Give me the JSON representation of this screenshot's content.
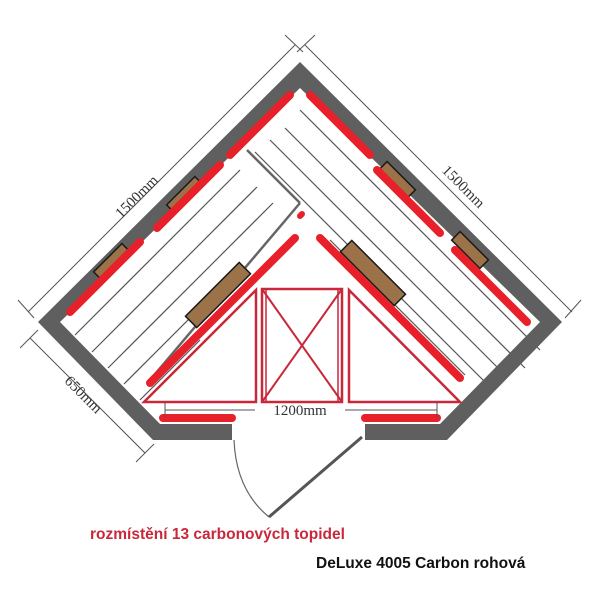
{
  "diagram": {
    "type": "floor-plan",
    "subject": "corner infrared sauna heater layout",
    "dimensions": {
      "left_wall": "1500mm",
      "right_wall": "1500mm",
      "side_wall": "650mm",
      "front_width": "1200mm"
    },
    "captions": {
      "heater_layout": "rozmístění 13 carbonových topidel",
      "model_name": "DeLuxe 4005 Carbon rohová"
    },
    "legend_colors": {
      "wall": "#5f5f5f",
      "carbon_heater": "#e8202a",
      "wood_panel": "#9c7248",
      "bench_outline": "#c8283a",
      "dimension_line": "#555555"
    },
    "heater_count": 13
  }
}
